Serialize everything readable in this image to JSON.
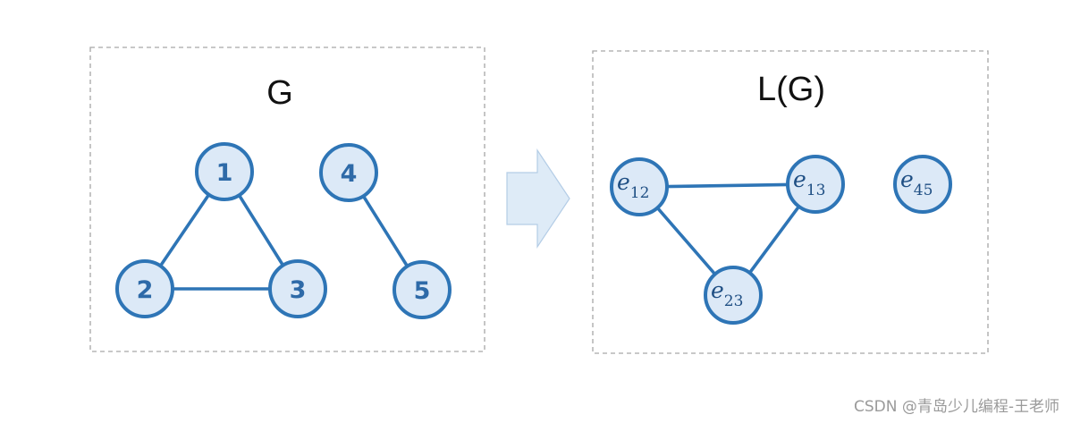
{
  "panels": [
    {
      "id": "G",
      "title": "G"
    },
    {
      "id": "LG",
      "title": "L(G)"
    }
  ],
  "graph_g": {
    "nodes": [
      {
        "id": "1",
        "label": "1"
      },
      {
        "id": "2",
        "label": "2"
      },
      {
        "id": "3",
        "label": "3"
      },
      {
        "id": "4",
        "label": "4"
      },
      {
        "id": "5",
        "label": "5"
      }
    ],
    "edges": [
      {
        "from": "1",
        "to": "2"
      },
      {
        "from": "1",
        "to": "3"
      },
      {
        "from": "2",
        "to": "3"
      },
      {
        "from": "4",
        "to": "5"
      }
    ]
  },
  "graph_lg": {
    "nodes": [
      {
        "id": "e12",
        "var": "e",
        "sub": "12"
      },
      {
        "id": "e13",
        "var": "e",
        "sub": "13"
      },
      {
        "id": "e23",
        "var": "e",
        "sub": "23"
      },
      {
        "id": "e45",
        "var": "e",
        "sub": "45"
      }
    ],
    "edges": [
      {
        "from": "e12",
        "to": "e13"
      },
      {
        "from": "e12",
        "to": "e23"
      },
      {
        "from": "e13",
        "to": "e23"
      }
    ]
  },
  "arrow": {
    "icon": "right-arrow-icon",
    "fill": "#deebf7",
    "stroke": "#b4cde6"
  },
  "colors": {
    "node_stroke": "#2e75b6",
    "node_fill": "#dce9f7",
    "edge": "#2e75b6",
    "frame": "#a6a6a6"
  },
  "watermark": "CSDN @青岛少儿编程-王老师"
}
